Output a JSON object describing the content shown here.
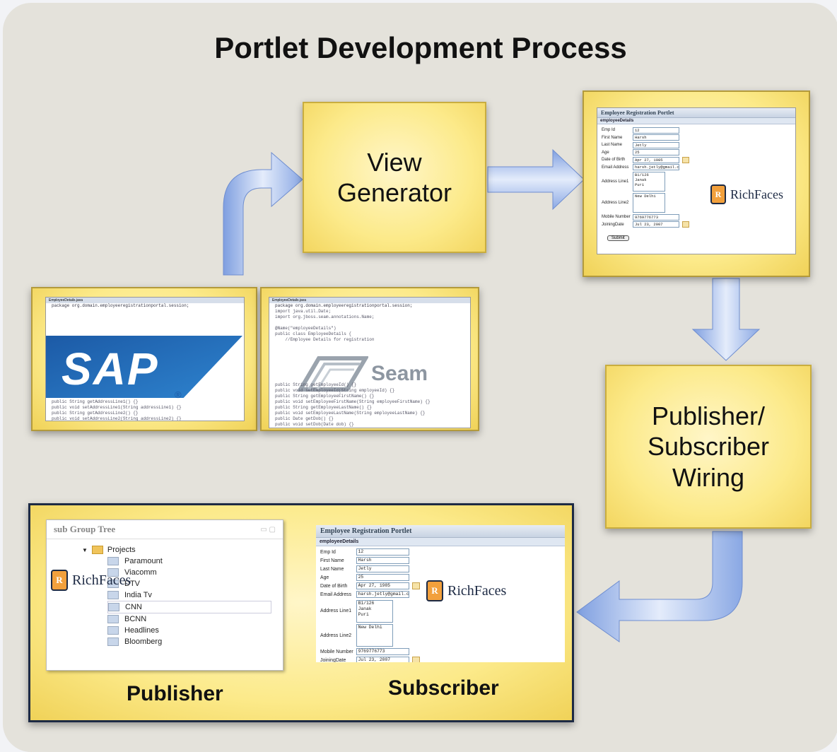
{
  "title": "Portlet Development Process",
  "steps": {
    "view_generator": [
      "View",
      "Generator"
    ],
    "pubsub": [
      "Publisher/",
      "Subscriber",
      "Wiring"
    ]
  },
  "labels": {
    "publisher": "Publisher",
    "subscriber": "Subscriber"
  },
  "sap": {
    "logo_text": "SAP",
    "registered": "®",
    "file_tab": "EmployeeDetails.java",
    "package_line": "package org.domain.employeeregistrationportal.session;"
  },
  "seam": {
    "logo_text": "Seam",
    "file_tab": "EmployeeDetails.java",
    "package_line": "package org.domain.employeeregistrationportal.session;"
  },
  "richfaces": {
    "brand": "RichFaces"
  },
  "form": {
    "title": "Employee Registration Portlet",
    "section": "employeeDetails",
    "fields": [
      {
        "label": "Emp Id",
        "value": "12"
      },
      {
        "label": "First Name",
        "value": "Harsh"
      },
      {
        "label": "Last Name",
        "value": "Jetly"
      },
      {
        "label": "Age",
        "value": "25"
      },
      {
        "label": "Date of Birth",
        "value": "Apr 27, 1985"
      },
      {
        "label": "Email Address",
        "value": "harsh.jetly@gmail.co"
      },
      {
        "label": "Address Line1",
        "value": "B1/126\nJanak\nPuri"
      },
      {
        "label": "Address Line2",
        "value": "New Delhi"
      },
      {
        "label": "Mobile Number",
        "value": "9769776773"
      },
      {
        "label": "JoiningDate",
        "value": "Jul 23, 2007"
      }
    ],
    "submit": "Submit"
  },
  "tree": {
    "title": "sub Group Tree",
    "root": "Projects",
    "items": [
      "Paramount",
      "Viacomm",
      "DTV",
      "India Tv",
      "CNN",
      "BCNN",
      "Headlines",
      "Bloomberg"
    ]
  },
  "colors": {
    "arrow": "#a9c1ee",
    "box": "#fcea8a",
    "panel": "#e4e2db",
    "dark_border": "#1d2a44"
  }
}
